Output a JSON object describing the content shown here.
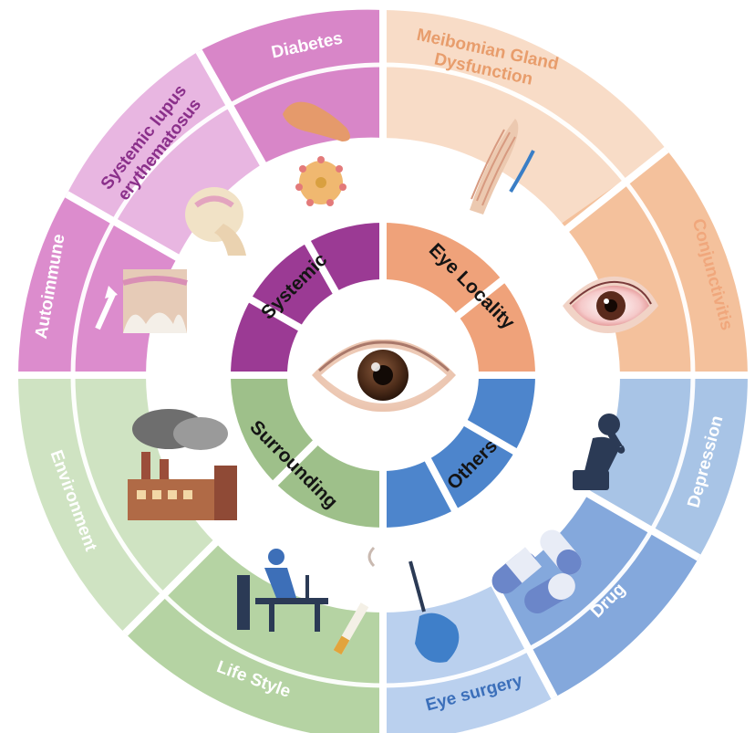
{
  "center": {
    "icon": "eye-icon"
  },
  "categories": [
    {
      "key": "systemic",
      "label": "Systemic",
      "color": "#9b3a94"
    },
    {
      "key": "eye-locality",
      "label": "Eye Locality",
      "color": "#efa27a"
    },
    {
      "key": "others",
      "label": "Others",
      "color": "#4d85cc"
    },
    {
      "key": "surrounding",
      "label": "Surrounding",
      "color": "#9ec08a"
    }
  ],
  "segments": [
    {
      "key": "diabetes",
      "label": "Diabetes",
      "category": "systemic",
      "icon": "pancreas-icon"
    },
    {
      "key": "sle",
      "label_lines": [
        "Systemic lupus",
        "erythematosus"
      ],
      "category": "systemic",
      "icon": "joint-icon"
    },
    {
      "key": "autoimmune",
      "label": "Autoimmune",
      "category": "systemic",
      "icon": "skin-tissue-icon"
    },
    {
      "key": "mgd",
      "label_lines": [
        "Meibomian Gland",
        "Dysfunction"
      ],
      "category": "eye-locality",
      "icon": "eyelid-gland-icon"
    },
    {
      "key": "conjunctivitis",
      "label": "Conjunctivitis",
      "category": "eye-locality",
      "icon": "red-eye-icon"
    },
    {
      "key": "depression",
      "label": "Depression",
      "category": "others",
      "icon": "sad-person-icon"
    },
    {
      "key": "drug",
      "label": "Drug",
      "category": "others",
      "icon": "capsule-icon"
    },
    {
      "key": "eye-surgery",
      "label": "Eye surgery",
      "category": "others",
      "icon": "scalpel-icon"
    },
    {
      "key": "life-style",
      "label": "Life Style",
      "category": "surrounding",
      "icon": "desk-smoking-icon"
    },
    {
      "key": "environment",
      "label": "Environment",
      "category": "surrounding",
      "icon": "factory-icon"
    }
  ]
}
